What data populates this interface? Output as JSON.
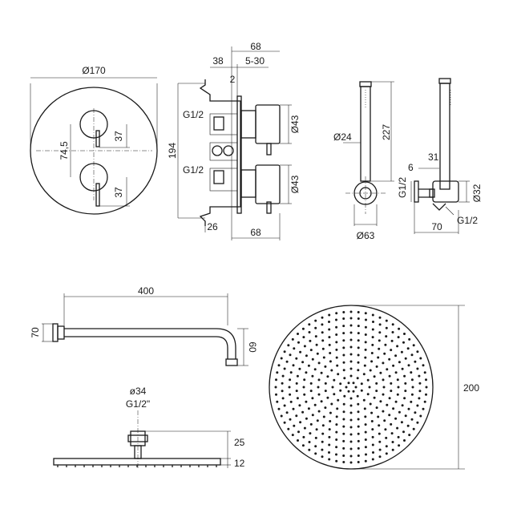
{
  "valve_front": {
    "diameter_label": "Ø170",
    "spacing_label": "74,5",
    "handle_upper_label": "37",
    "handle_lower_label": "37"
  },
  "valve_side": {
    "dim_top_overall": "68",
    "dim_top_left": "38",
    "dim_top_range": "5-30",
    "dim_plate": "2",
    "port_upper": "G1/2",
    "port_lower": "G1/2",
    "height": "194",
    "handle_upper_dia": "Ø43",
    "handle_lower_dia": "Ø43",
    "dim_bottom_left": "26",
    "dim_bottom_overall": "68"
  },
  "hand_shower": {
    "handle_dia": "Ø24",
    "length": "227",
    "outlet_dia": "Ø63"
  },
  "wall_outlet": {
    "dim_depth": "31",
    "dim_small": "6",
    "port": "G1/2",
    "body_dia": "Ø32",
    "port_right": "G1/2",
    "width": "70"
  },
  "shower_arm": {
    "length": "400",
    "flange": "70",
    "drop": "60"
  },
  "shower_head_side": {
    "connector_dia": "ø34",
    "thread": "G1/2\"",
    "connector_height": "25",
    "head_thickness": "12"
  },
  "shower_head_top": {
    "diameter": "200"
  }
}
